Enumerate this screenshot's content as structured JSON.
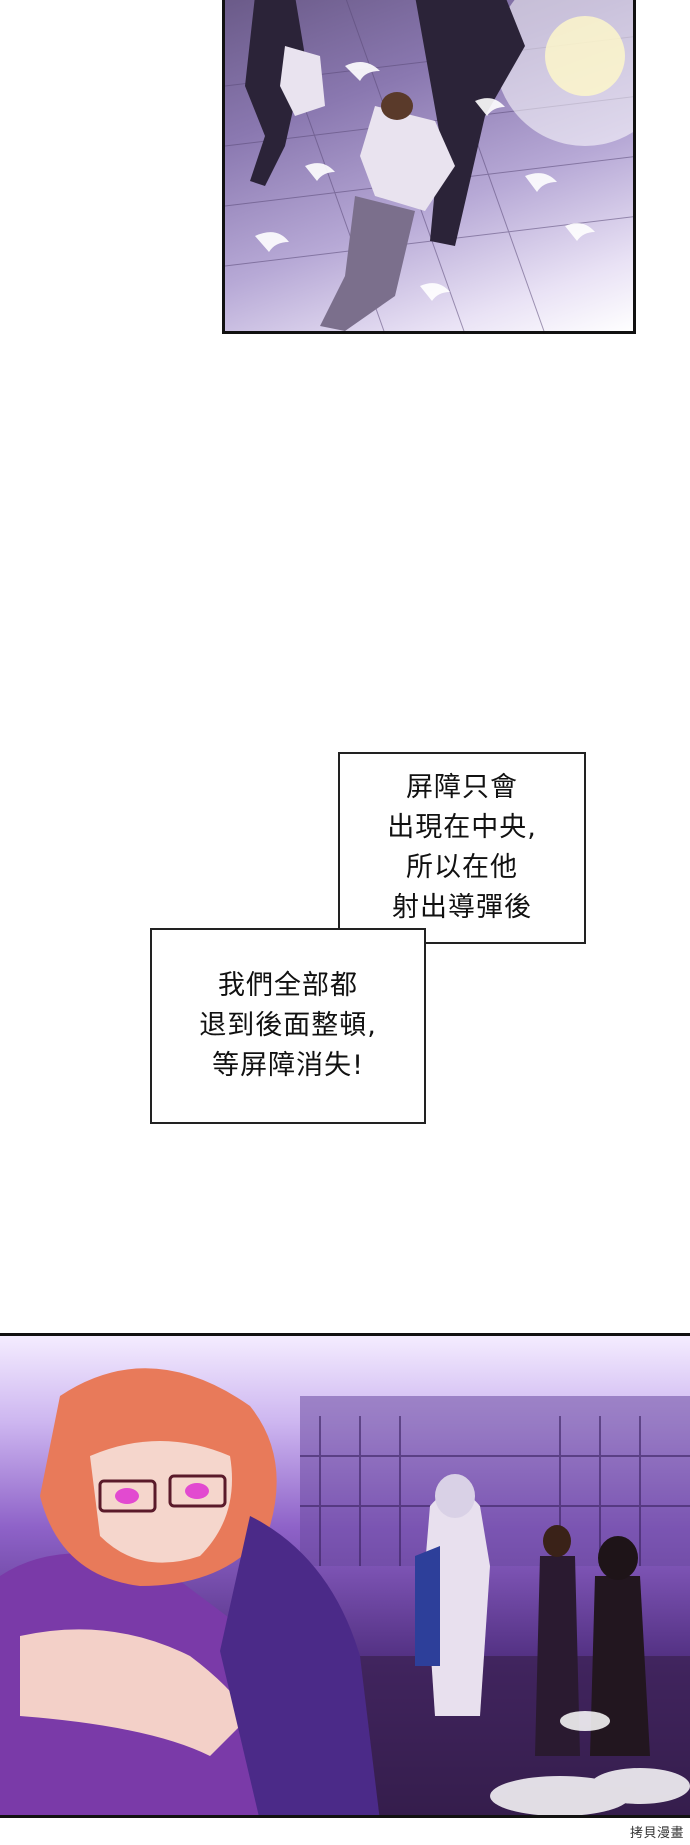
{
  "speech_bubbles": [
    {
      "lines": [
        "屏障只會",
        "出現在中央,",
        "所以在他",
        "射出導彈後"
      ]
    },
    {
      "lines": [
        "我們全部都",
        "退到後面整頓,",
        "等屏障消失!"
      ]
    }
  ],
  "watermark": "拷貝漫畫",
  "colors": {
    "panel_purple": "#8e62c8",
    "panel_border": "#111111",
    "bubble_border": "#222222"
  }
}
